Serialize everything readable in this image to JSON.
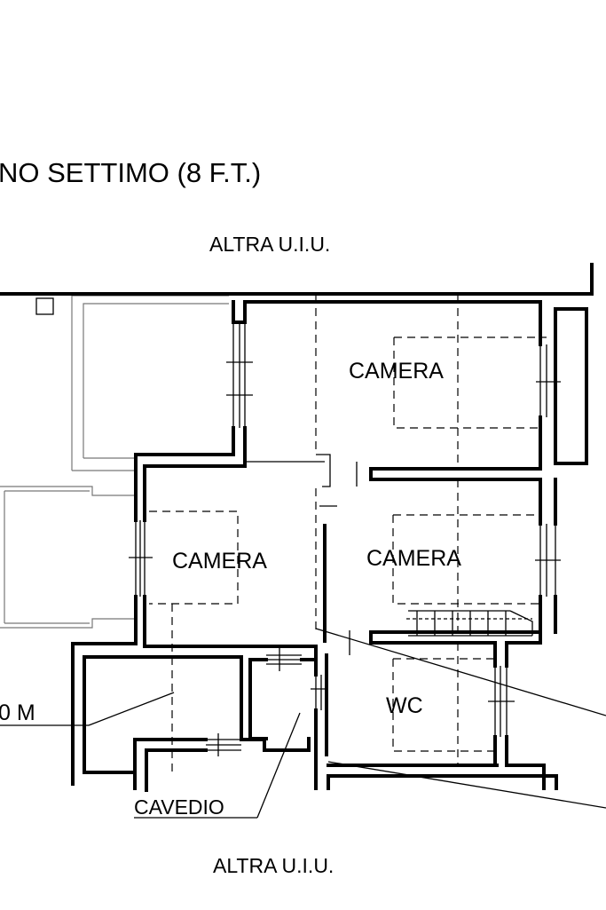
{
  "drawing": {
    "floor_title": "NO SETTIMO (8 F.T.)",
    "neighbor_top": "ALTRA U.I.U.",
    "neighbor_bottom": "ALTRA U.I.U.",
    "rooms": {
      "camera_top_right": "CAMERA",
      "camera_left": "CAMERA",
      "camera_middle_right": "CAMERA",
      "wc": "WC"
    },
    "cavedio": "CAVEDIO",
    "height_note": "0 M"
  }
}
